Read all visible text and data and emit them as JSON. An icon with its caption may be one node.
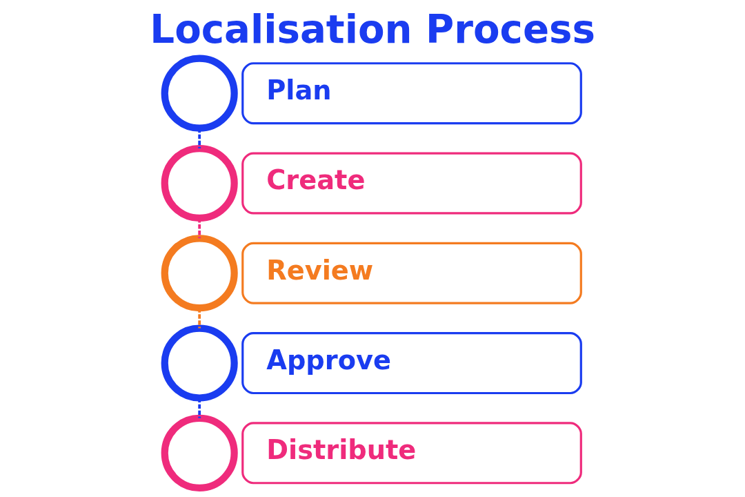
{
  "diagram": {
    "title": "Localisation Process",
    "nodes": [
      {
        "text": [],
        "shape": "circle"
      },
      {
        "text": [
          "Plan"
        ]
      },
      {
        "text": [],
        "shape": "circle"
      },
      {
        "text": [
          "Create"
        ]
      },
      {
        "text": [],
        "shape": "circle"
      },
      {
        "text": [
          "Review"
        ]
      },
      {
        "text": [],
        "shape": "circle"
      },
      {
        "text": [
          "Approve"
        ]
      },
      {
        "text": [],
        "shape": "circle"
      },
      {
        "text": [
          "Distribute"
        ]
      }
    ],
    "edges": [
      {
        "from": 0,
        "to": 2,
        "arrow": "none",
        "style": "dashed"
      },
      {
        "from": 2,
        "to": 4,
        "arrow": "none",
        "style": "dashed",
        "color": "#ef2b7c"
      },
      {
        "from": 4,
        "to": 6,
        "arrow": "none",
        "style": "dashed",
        "color": "#f47b20"
      },
      {
        "from": 6,
        "to": 8,
        "arrow": "none",
        "style": "dashed"
      }
    ]
  }
}
